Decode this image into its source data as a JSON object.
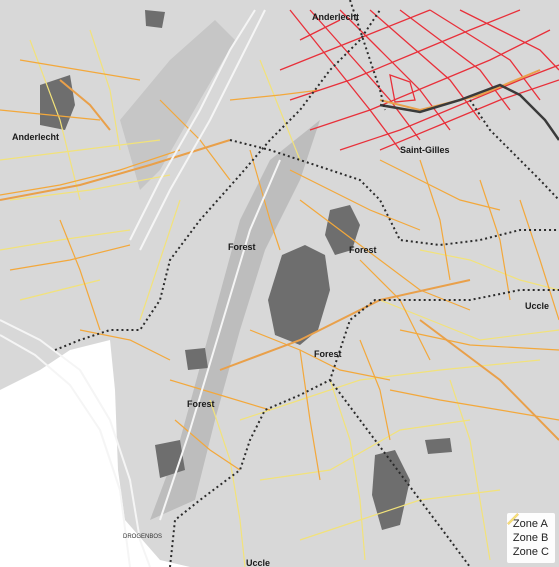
{
  "colors": {
    "background": "#d8d8d8",
    "outside": "#ffffff",
    "park": "#6e6e6e",
    "industrial": "#bdbdbd",
    "zone_a": "#e8303a",
    "zone_b": "#f3a83b",
    "zone_c": "#f2e27a",
    "boundary": "#2b2b2b"
  },
  "labels": {
    "anderlecht_top": "Anderlecht",
    "anderlecht_left": "Anderlecht",
    "saint_gilles": "Saint-Gilles",
    "forest_1": "Forest",
    "forest_2": "Forest",
    "forest_3": "Forest",
    "forest_4": "Forest",
    "uccle_right": "Uccle",
    "uccle_bottom": "Uccle",
    "drogenbos": "DROGENBOS"
  },
  "legend": {
    "zone_a": "Zone A",
    "zone_b": "Zone B",
    "zone_c": "Zone C"
  }
}
